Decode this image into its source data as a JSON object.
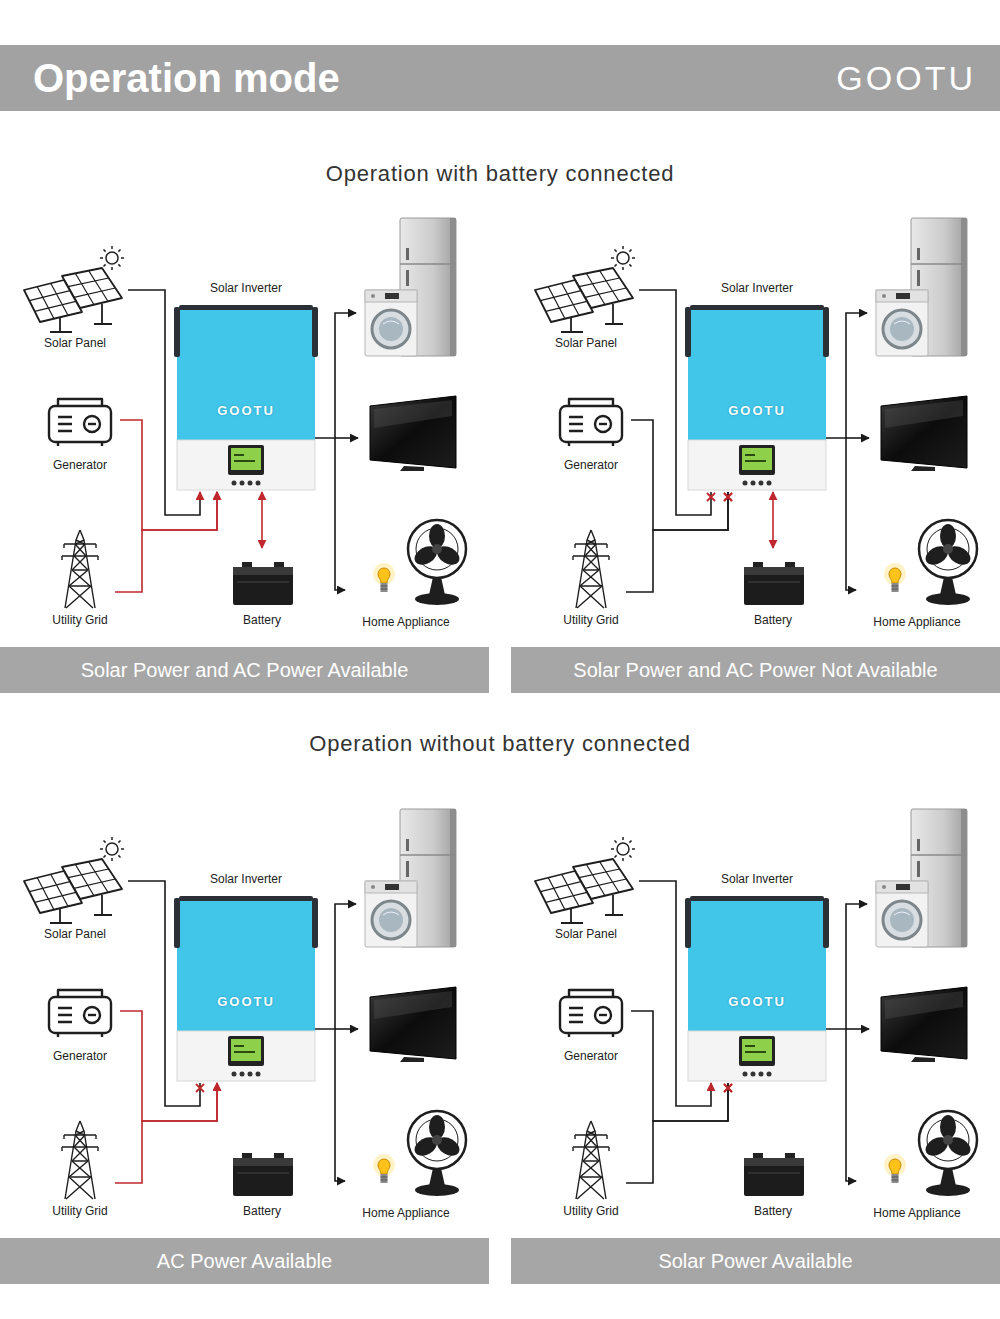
{
  "diagram": {
    "nodes": [
      {
        "text": [
          "Operation mode",
          "GOOTU"
        ]
      },
      {
        "text": [
          "Solar Panel"
        ]
      },
      {
        "text": [
          "Generator"
        ]
      },
      {
        "text": [
          "Utility Grid"
        ]
      },
      {
        "text": [
          "Solar Inverter",
          "GOOTU"
        ]
      },
      {
        "text": [
          "Battery"
        ]
      },
      {
        "text": [
          "Home Appliance"
        ]
      },
      {
        "text": [
          "Solar Power and AC Power Available"
        ]
      },
      {
        "text": [
          "Solar Panel"
        ]
      },
      {
        "text": [
          "Generator"
        ]
      },
      {
        "text": [
          "Utility Grid"
        ]
      },
      {
        "text": [
          "Solar Inverter",
          "GOOTU"
        ]
      },
      {
        "text": [
          "Battery"
        ]
      },
      {
        "text": [
          "Home Appliance"
        ]
      },
      {
        "text": [
          "Solar Power and AC Power Not Available"
        ]
      },
      {
        "text": [
          "Solar Panel"
        ]
      },
      {
        "text": [
          "Generator"
        ]
      },
      {
        "text": [
          "Utility Grid"
        ]
      },
      {
        "text": [
          "Solar Inverter",
          "GOOTU"
        ]
      },
      {
        "text": [
          "Battery"
        ]
      },
      {
        "text": [
          "Home Appliance"
        ]
      },
      {
        "text": [
          "AC Power Available"
        ]
      },
      {
        "text": [
          "Solar Panel"
        ]
      },
      {
        "text": [
          "Generator"
        ]
      },
      {
        "text": [
          "Utility Grid"
        ]
      },
      {
        "text": [
          "Solar Inverter",
          "GOOTU"
        ]
      },
      {
        "text": [
          "Battery"
        ]
      },
      {
        "text": [
          "Home Appliance"
        ]
      },
      {
        "text": [
          "Solar Power Available"
        ]
      }
    ],
    "edges": [
      {
        "from": 1,
        "to": 4,
        "arrow": "to"
      },
      {
        "from": 2,
        "to": 4,
        "arrow": "to"
      },
      {
        "from": 3,
        "to": 4,
        "arrow": "to"
      },
      {
        "from": 4,
        "to": 5,
        "arrow": "both"
      },
      {
        "from": 4,
        "to": 6,
        "arrow": "to"
      },
      {
        "from": 8,
        "to": 11,
        "arrow": "none"
      },
      {
        "from": 9,
        "to": 11,
        "arrow": "none"
      },
      {
        "from": 10,
        "to": 11,
        "arrow": "none"
      },
      {
        "from": 11,
        "to": 12,
        "arrow": "both"
      },
      {
        "from": 11,
        "to": 13,
        "arrow": "to"
      },
      {
        "from": 15,
        "to": 18,
        "arrow": "none"
      },
      {
        "from": 16,
        "to": 18,
        "arrow": "to"
      },
      {
        "from": 17,
        "to": 18,
        "arrow": "to"
      },
      {
        "from": 18,
        "to": 20,
        "arrow": "to"
      },
      {
        "from": 22,
        "to": 25,
        "arrow": "to"
      },
      {
        "from": 23,
        "to": 25,
        "arrow": "none"
      },
      {
        "from": 24,
        "to": 25,
        "arrow": "none"
      },
      {
        "from": 25,
        "to": 27,
        "arrow": "to"
      }
    ],
    "labels": [
      "Operation with battery connected",
      "Operation without battery connected"
    ]
  }
}
